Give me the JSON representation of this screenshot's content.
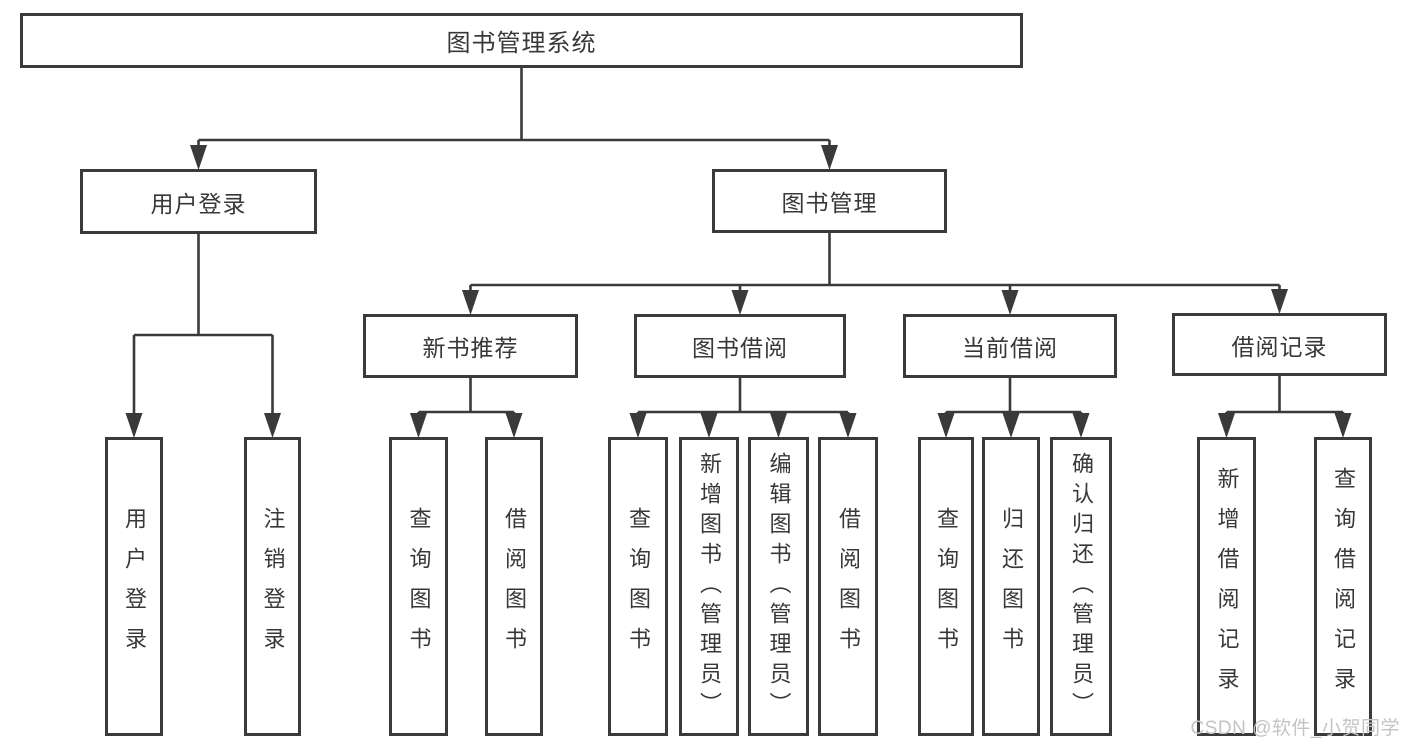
{
  "colors": {
    "line": "#3a3a3a",
    "box_border": "#3a3a3a",
    "box_background": "#ffffff",
    "text": "#383838",
    "watermark_text": "#c4c4c4"
  },
  "watermark": {
    "text": "CSDN @软件_小贺同学"
  },
  "diagram": {
    "title": "图书管理系统",
    "nodes": [
      {
        "id": "root",
        "label": "图书管理系统",
        "level": 1,
        "orientation": "horizontal"
      },
      {
        "id": "user-login",
        "label": "用户登录",
        "level": 2,
        "orientation": "horizontal"
      },
      {
        "id": "book-mgmt",
        "label": "图书管理",
        "level": 2,
        "orientation": "horizontal"
      },
      {
        "id": "new-books",
        "label": "新书推荐",
        "level": 3,
        "orientation": "horizontal"
      },
      {
        "id": "book-borrow",
        "label": "图书借阅",
        "level": 3,
        "orientation": "horizontal"
      },
      {
        "id": "current-borrow",
        "label": "当前借阅",
        "level": 3,
        "orientation": "horizontal"
      },
      {
        "id": "borrow-records",
        "label": "借阅记录",
        "level": 3,
        "orientation": "horizontal"
      },
      {
        "id": "v-user-login",
        "label": "用户登录",
        "level": 4,
        "orientation": "vertical"
      },
      {
        "id": "v-logout",
        "label": "注销登录",
        "level": 4,
        "orientation": "vertical"
      },
      {
        "id": "v-query-1",
        "label": "查询图书",
        "level": 4,
        "orientation": "vertical"
      },
      {
        "id": "v-borrow-1",
        "label": "借阅图书",
        "level": 4,
        "orientation": "vertical"
      },
      {
        "id": "v-query-2",
        "label": "查询图书",
        "level": 4,
        "orientation": "vertical"
      },
      {
        "id": "v-add-book",
        "label": "新增图书（管理员）",
        "level": 4,
        "orientation": "vertical"
      },
      {
        "id": "v-edit-book",
        "label": "编辑图书（管理员）",
        "level": 4,
        "orientation": "vertical"
      },
      {
        "id": "v-borrow-2",
        "label": "借阅图书",
        "level": 4,
        "orientation": "vertical"
      },
      {
        "id": "v-query-3",
        "label": "查询图书",
        "level": 4,
        "orientation": "vertical"
      },
      {
        "id": "v-return-book",
        "label": "归还图书",
        "level": 4,
        "orientation": "vertical"
      },
      {
        "id": "v-confirm-return",
        "label": "确认归还（管理员）",
        "level": 4,
        "orientation": "vertical"
      },
      {
        "id": "v-add-record",
        "label": "新增借阅记录",
        "level": 4,
        "orientation": "vertical"
      },
      {
        "id": "v-query-record",
        "label": "查询借阅记录",
        "level": 4,
        "orientation": "vertical"
      }
    ],
    "edges": [
      {
        "from": "root",
        "to": [
          "user-login",
          "book-mgmt"
        ]
      },
      {
        "from": "user-login",
        "to": [
          "v-user-login",
          "v-logout"
        ]
      },
      {
        "from": "book-mgmt",
        "to": [
          "new-books",
          "book-borrow",
          "current-borrow",
          "borrow-records"
        ]
      },
      {
        "from": "new-books",
        "to": [
          "v-query-1",
          "v-borrow-1"
        ]
      },
      {
        "from": "book-borrow",
        "to": [
          "v-query-2",
          "v-add-book",
          "v-edit-book",
          "v-borrow-2"
        ]
      },
      {
        "from": "current-borrow",
        "to": [
          "v-query-3",
          "v-return-book",
          "v-confirm-return"
        ]
      },
      {
        "from": "borrow-records",
        "to": [
          "v-add-record",
          "v-query-record"
        ]
      }
    ]
  }
}
